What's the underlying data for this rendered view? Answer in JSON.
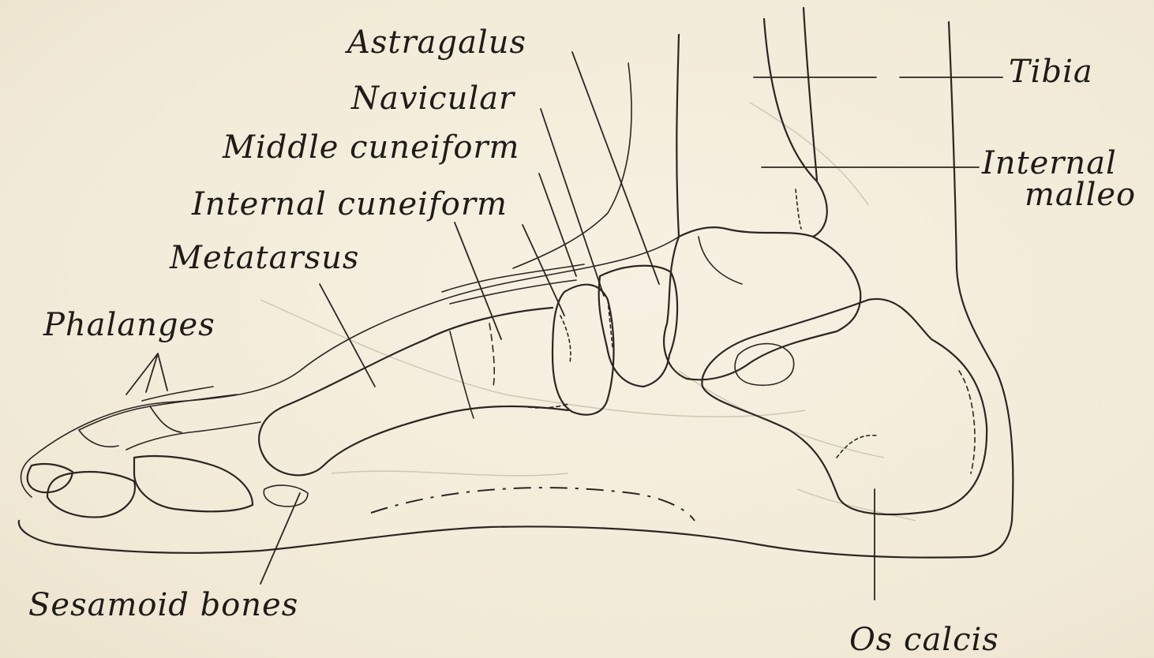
{
  "figure": {
    "labels": {
      "astragalus": "Astragalus",
      "navicular": "Navicular",
      "middle_cuneiform": "Middle cuneiform",
      "internal_cuneiform": "Internal cuneiform",
      "metatarsus": "Metatarsus",
      "phalanges": "Phalanges",
      "sesamoid_bones": "Sesamoid bones",
      "tibia": "Tibia",
      "internal_malleolus_line1": "Internal",
      "internal_malleolus_line2": "malleo",
      "os_calcis": "Os calcis"
    },
    "colors": {
      "paper": "#f4eedd",
      "ink": "#2b2621"
    }
  }
}
